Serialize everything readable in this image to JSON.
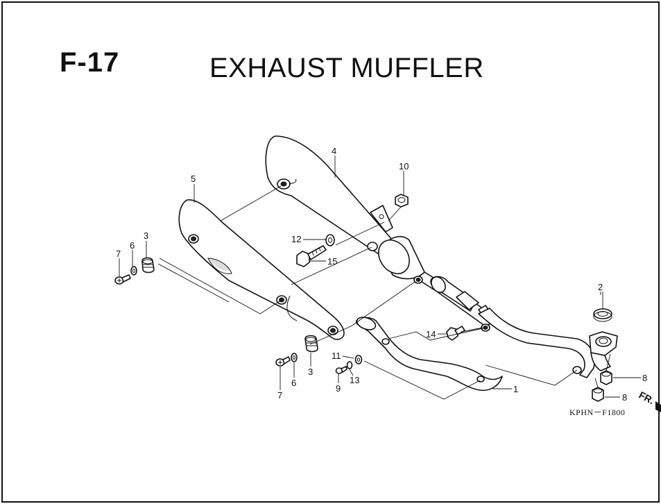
{
  "header": {
    "section_code": "F-17",
    "title": "EXHAUST MUFFLER"
  },
  "diagram": {
    "code": "KPHN－F1800",
    "direction_label": "FR.",
    "callouts": {
      "c1": "1",
      "c2": "2",
      "c3a": "3",
      "c3b": "3",
      "c4": "4",
      "c5": "5",
      "c6a": "6",
      "c6b": "6",
      "c7a": "7",
      "c7b": "7",
      "c8a": "8",
      "c8b": "8",
      "c9": "9",
      "c10": "10",
      "c11": "11",
      "c12": "12",
      "c13": "13",
      "c14": "14",
      "c15": "15"
    }
  }
}
